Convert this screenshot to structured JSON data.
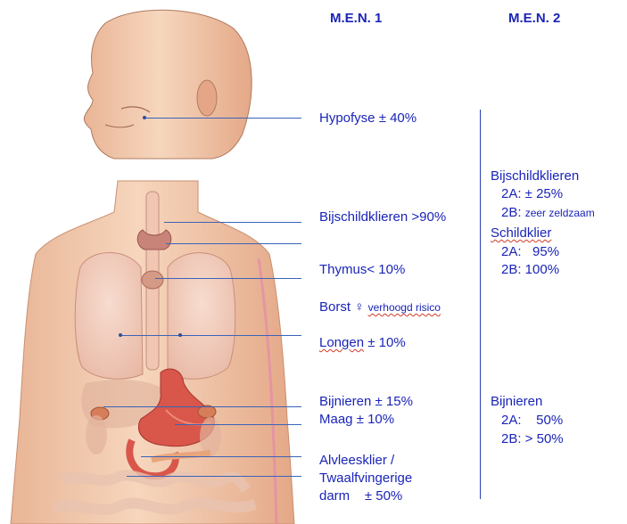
{
  "headers": {
    "men1": "M.E.N. 1",
    "men2": "M.E.N. 2"
  },
  "men1": {
    "hypofyse": "Hypofyse ± 40%",
    "bijschildklieren": "Bijschildklieren >90%",
    "thymus": "Thymus< 10%",
    "borst_main": "Borst",
    "borst_symbol": "♀",
    "borst_note": "verhoogd risico",
    "longen_word": "Longen",
    "longen_value": "± 10%",
    "bijnieren": "Bijnieren ± 15%",
    "maag": "Maag ± 10%",
    "alvleesklier_1": "Alvleesklier /",
    "alvleesklier_2": "Twaalfvingerige",
    "alvleesklier_3": "darm    ± 50%"
  },
  "men2": {
    "bijschild_title": "Bijschildklieren",
    "bijschild_2a": "2A: ± 25%",
    "bijschild_2b_code": "2B:",
    "bijschild_2b_note": "zeer zeldzaam",
    "schildklier_title": "Schildklier",
    "schildklier_2a": "2A:   95%",
    "schildklier_2b": "2B: 100%",
    "bijnieren_title": "Bijnieren",
    "bijnieren_2a": "2A:    50%",
    "bijnieren_2b": "2B: > 50%"
  },
  "colors": {
    "label_blue": "#1a24b8",
    "skin": "#f2c7a8",
    "pointer_line": "#3a63b8"
  }
}
